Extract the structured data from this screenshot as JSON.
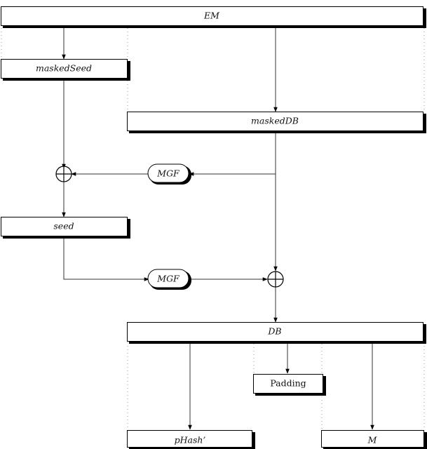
{
  "boxes": {
    "em": "EM",
    "masked_seed": "maskedSeed",
    "masked_db": "maskedDB",
    "seed": "seed",
    "db": "DB",
    "padding": "Padding",
    "phash": "pHash’",
    "message": "M"
  },
  "functions": {
    "mgf_top": "MGF",
    "mgf_bottom": "MGF"
  },
  "colors": {
    "line": "#333333",
    "box_shadow": "#000000",
    "guide": "#9a9a9a"
  },
  "icons": {
    "xor": "xor-icon",
    "arrow": "arrow-head-icon"
  }
}
